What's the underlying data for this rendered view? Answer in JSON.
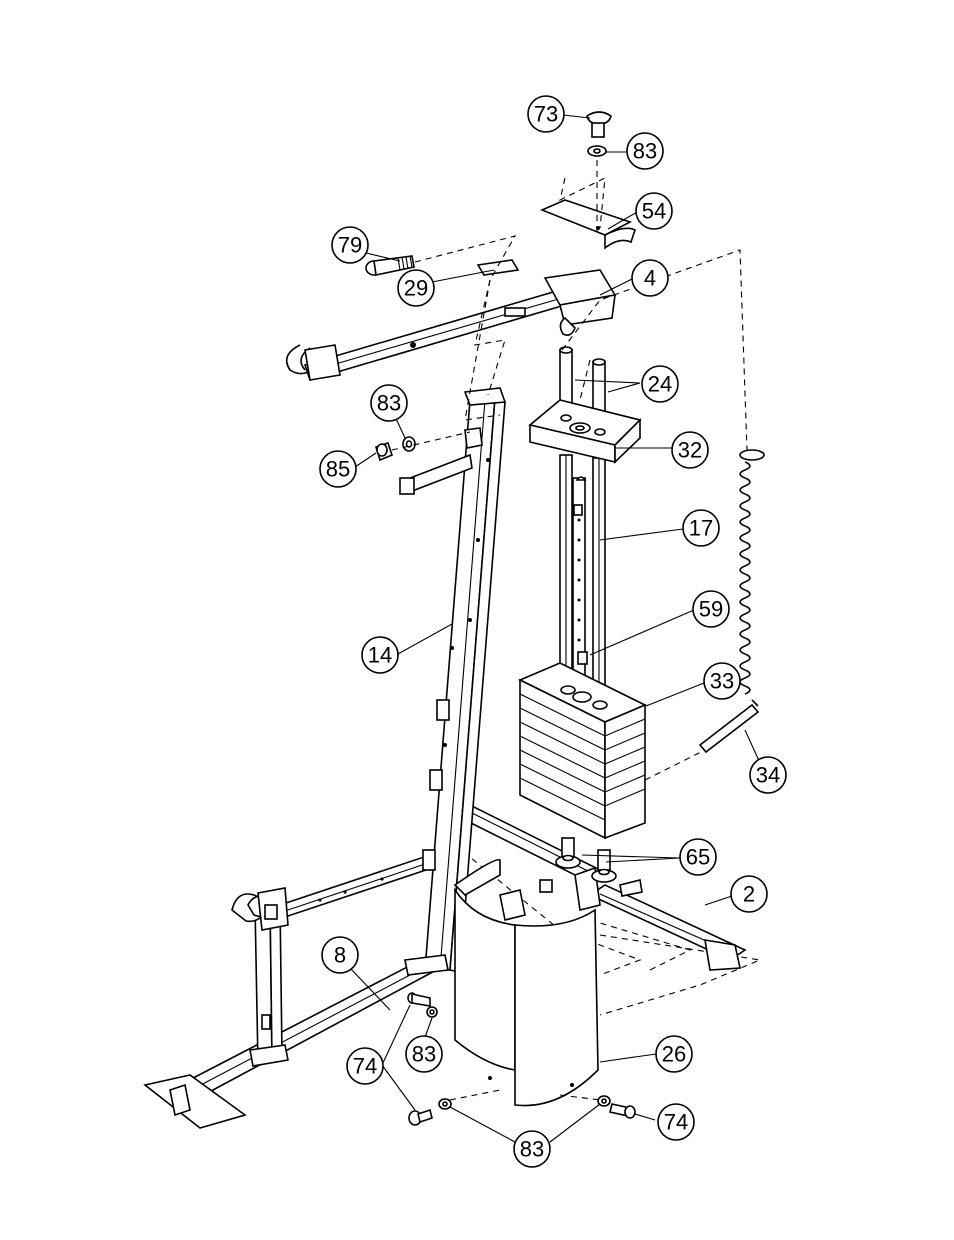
{
  "diagram": {
    "callouts": [
      {
        "id": "c73a",
        "label": "73"
      },
      {
        "id": "c83a",
        "label": "83"
      },
      {
        "id": "c54",
        "label": "54"
      },
      {
        "id": "c79",
        "label": "79"
      },
      {
        "id": "c29",
        "label": "29"
      },
      {
        "id": "c4",
        "label": "4"
      },
      {
        "id": "c24",
        "label": "24"
      },
      {
        "id": "c83b",
        "label": "83"
      },
      {
        "id": "c85",
        "label": "85"
      },
      {
        "id": "c32",
        "label": "32"
      },
      {
        "id": "c17",
        "label": "17"
      },
      {
        "id": "c59",
        "label": "59"
      },
      {
        "id": "c14",
        "label": "14"
      },
      {
        "id": "c33",
        "label": "33"
      },
      {
        "id": "c34",
        "label": "34"
      },
      {
        "id": "c65",
        "label": "65"
      },
      {
        "id": "c2",
        "label": "2"
      },
      {
        "id": "c8",
        "label": "8"
      },
      {
        "id": "c83c",
        "label": "83"
      },
      {
        "id": "c26",
        "label": "26"
      },
      {
        "id": "c74a",
        "label": "74"
      },
      {
        "id": "c74b",
        "label": "74"
      },
      {
        "id": "c83d",
        "label": "83"
      }
    ]
  }
}
